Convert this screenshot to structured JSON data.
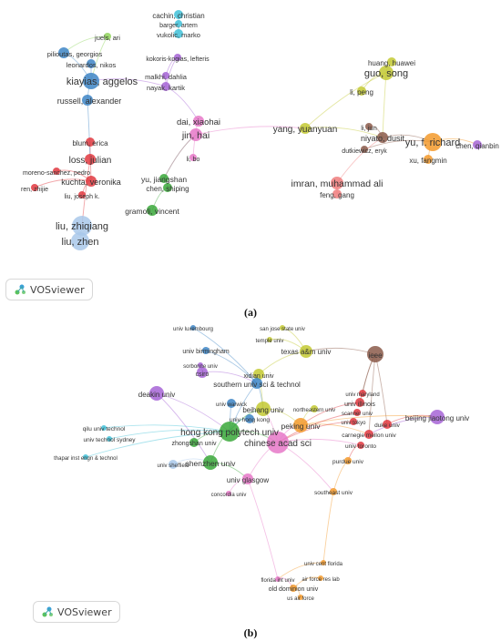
{
  "panel_a": {
    "caption": "(a)",
    "badge": "VOSviewer",
    "labels": [
      "cachin, christian",
      "barger, artem",
      "vukolic, marko",
      "juels, ari",
      "pilioutas, georgios",
      "leonardos, nikos",
      "kokoris-kogias, lefteris",
      "malkhi, dahlia",
      "nayak, kartik",
      "kiayias, aggelos",
      "russell, alexander",
      "huang, huawei",
      "guo, song",
      "li, peng",
      "dai, xiaohai",
      "jin, hai",
      "yang, yuanyuan",
      "li, jun",
      "niyato, dusit",
      "dutkiewicz, eryk",
      "yu, f. richard",
      "xu, fangmin",
      "chen, qianbin",
      "blum, erica",
      "loss, julian",
      "moreno-sanchez, pedro",
      "kuchta, veronika",
      "ren, zhijie",
      "liu, joseph k.",
      "li, bo",
      "yu, jiangshan",
      "chen, shiping",
      "gramoli, vincent",
      "imran, muhammad ali",
      "feng, gang",
      "liu, zhiqiang",
      "liu, zhen"
    ]
  },
  "panel_b": {
    "caption": "(b)",
    "badge": "VOSviewer",
    "labels": [
      "univ luxembourg",
      "san jose state univ",
      "temple univ",
      "univ birmingham",
      "texas a&m univ",
      "ieee",
      "sorbonne univ",
      "csiro",
      "xidian univ",
      "southern univ sci & technol",
      "deakin univ",
      "univ warwick",
      "beihang univ",
      "northeastern univ",
      "univ hong kong",
      "peking univ",
      "univ maryland",
      "univ illinois",
      "scanner univ",
      "univ tokyo",
      "duke univ",
      "beijing jiaotong univ",
      "qilu univ technol",
      "univ technol sydney",
      "hong kong polytech univ",
      "chinese acad sci",
      "carnegie mellon univ",
      "zhongshan univ",
      "univ toronto",
      "thapar inst engn & technol",
      "purdue univ",
      "univ sheffield",
      "shenzhen univ",
      "univ glasgow",
      "southeast univ",
      "concordia univ",
      "univ cent florida",
      "florida int univ",
      "air force res lab",
      "old dominion univ",
      "us air force"
    ]
  },
  "colors": {
    "red": "#e0383f",
    "green": "#3aa83a",
    "blue": "#3d85c6",
    "yellowgreen": "#c3c932",
    "purple": "#a664d6",
    "lightblue": "#41c1d8",
    "orange": "#f39a2b",
    "brown": "#8b5a4a",
    "pink": "#e678c8",
    "lightgreen": "#8fd45a",
    "paleblue": "#a9c8ea",
    "salmon": "#f07d7d"
  }
}
